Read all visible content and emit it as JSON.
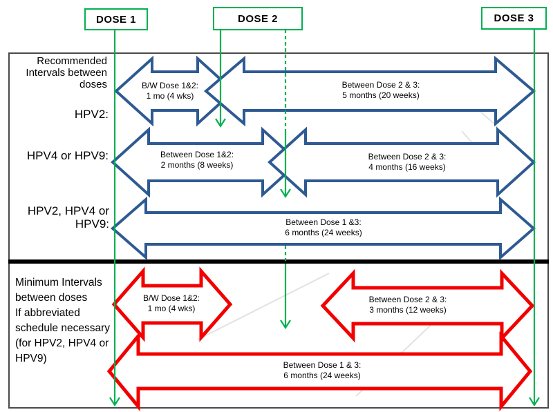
{
  "dose_markers": {
    "dose1": "DOSE 1",
    "dose2": "DOSE 2",
    "dose3": "DOSE 3"
  },
  "recommended_section": {
    "heading_lines": [
      "Recommended",
      "Intervals between",
      "doses"
    ],
    "row_hpv2_label": "HPV2:",
    "row_hpv4_hpv9_label": "HPV4 or HPV9:",
    "row_hpv2_hpv4_hpv9_label_lines": [
      "HPV2, HPV4 or",
      "HPV9:"
    ],
    "hpv2_dose1_2_arrow_lines": [
      "B/W Dose 1&2:",
      "1 mo (4 wks)"
    ],
    "hpv2_dose2_3_arrow_lines": [
      "Between Dose 2 & 3:",
      "5 months (20 weeks)"
    ],
    "hpv4_9_dose1_2_arrow_lines": [
      "Between Dose 1&2:",
      "2 months (8 weeks)"
    ],
    "hpv4_9_dose2_3_arrow_lines": [
      "Between Dose 2 & 3:",
      "4 months (16 weeks)"
    ],
    "all_dose1_3_arrow_lines": [
      "Between Dose 1 &3:",
      "6 months (24 weeks)"
    ]
  },
  "minimum_section": {
    "heading_lines": [
      "Minimum Intervals",
      "between doses",
      "If abbreviated",
      "schedule necessary",
      "(for HPV2, HPV4 or",
      "HPV9)"
    ],
    "dose1_2_arrow_lines": [
      "B/W Dose 1&2:",
      "1 mo (4 wks)"
    ],
    "dose2_3_arrow_lines": [
      "Between Dose 2 & 3:",
      "3 months (12 weeks)"
    ],
    "dose1_3_arrow_lines": [
      "Between Dose 1 & 3:",
      "6 months (24 weeks)"
    ]
  },
  "colors": {
    "dose_marker_green": "#00b050",
    "recommended_arrow_blue": "#2e5a93",
    "minimum_arrow_red": "#f20000",
    "divider_black": "#000000",
    "frame_gray": "#4a4a4a"
  }
}
